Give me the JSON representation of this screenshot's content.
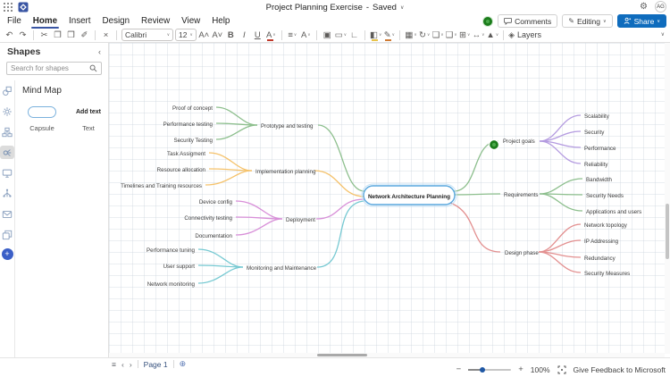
{
  "header": {
    "title": "Project Planning Exercise",
    "separator": "-",
    "status": "Saved",
    "menus": [
      "File",
      "Home",
      "Insert",
      "Design",
      "Review",
      "View",
      "Help"
    ],
    "account_initials": "AG",
    "comments_label": "Comments",
    "editing_label": "Editing",
    "share_label": "Share"
  },
  "toolbar": {
    "font_name": "Calibri",
    "font_size": "12",
    "layers_label": "Layers"
  },
  "icons": {
    "undo": "↶",
    "redo": "↷",
    "cut": "✂",
    "copy": "❐",
    "paste": "❒",
    "format_painter": "✐",
    "delete": "×",
    "chevron": "∨",
    "grow_font": "A˄",
    "shrink_font": "A˅",
    "bold": "B",
    "italic": "I",
    "underline": "U",
    "font_color": "A",
    "align": "≡",
    "text_options": "A",
    "container": "▣",
    "shape": "▭",
    "connector": "∟",
    "fill": "◧",
    "line": "✎",
    "position": "▦",
    "rotate": "↻",
    "group": "❏",
    "ungroup": "❑",
    "align_shapes": "⊞",
    "distribute": "↔",
    "bring_front": "▲",
    "layers": "◈",
    "gear": "⚙",
    "pencil": "✎",
    "pages": "≡",
    "prev": "‹",
    "next": "›",
    "add_page": "⊕",
    "zoom_out": "−",
    "zoom_in": "+",
    "collapse": "‹",
    "ribbon_collapse": "∨",
    "title_chevron": "∨"
  },
  "shapes_panel": {
    "title": "Shapes",
    "search_placeholder": "Search for shapes",
    "stencil_title": "Mind Map",
    "items": [
      {
        "label": "Capsule"
      },
      {
        "preview": "Add text",
        "label": "Text"
      }
    ]
  },
  "mindmap": {
    "center": "Network Architecture Planning",
    "branches": [
      {
        "label": "Project goals",
        "children": [
          "Scalability",
          "Security",
          "Performance",
          "Reliability"
        ]
      },
      {
        "label": "Requirements",
        "children": [
          "Bandwidth",
          "Security Needs",
          "Applications and users"
        ]
      },
      {
        "label": "Design phase",
        "children": [
          "Network topology",
          "IP Addressing",
          "Redundancy",
          "Security Measures"
        ]
      },
      {
        "label": "Prototype and testing",
        "children": [
          "Proof of concept",
          "Performance testing",
          "Security Testing"
        ]
      },
      {
        "label": "Implementation planning",
        "children": [
          "Task Assigment",
          "Resource allocation",
          "Timelines and Training resources"
        ]
      },
      {
        "label": "Deployment",
        "children": [
          "Device config",
          "Connectivity testing",
          "Documentation"
        ]
      },
      {
        "label": "Monitoring and Maintenance",
        "children": [
          "Performance tuning",
          "User support",
          "Network monitoring"
        ]
      }
    ],
    "colors": {
      "project_goals": "#8dbf8d",
      "project_children": "#b49be0",
      "requirements": "#8dbf8d",
      "design": "#e39090",
      "prototype": "#8dbf8d",
      "implementation": "#f5c26b",
      "deployment": "#d88fd8",
      "monitoring": "#76c9d2",
      "center_border": "#58a7de",
      "center_glow": "#c7e2f5"
    }
  },
  "statusbar": {
    "page": "Page 1",
    "zoom_level": "100%",
    "feedback": "Give Feedback to Microsoft"
  }
}
